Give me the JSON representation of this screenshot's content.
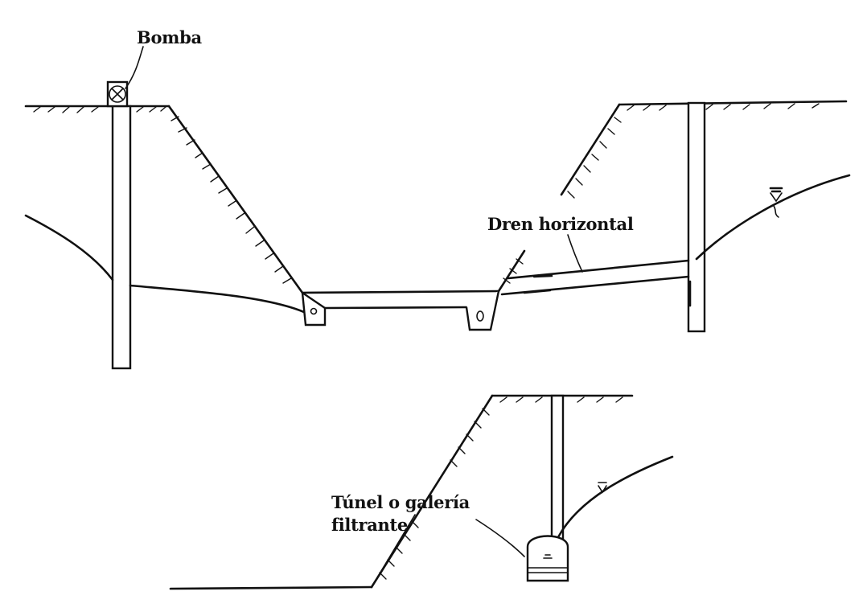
{
  "labels": {
    "pump": "Bomba",
    "horizontal_drain": "Dren horizontal",
    "tunnel_line1": "Túnel o galería",
    "tunnel_line2": "filtrante"
  },
  "icons": {
    "pump": "pump-circle-x-icon",
    "water_table": "water-table-triangle-icon"
  }
}
